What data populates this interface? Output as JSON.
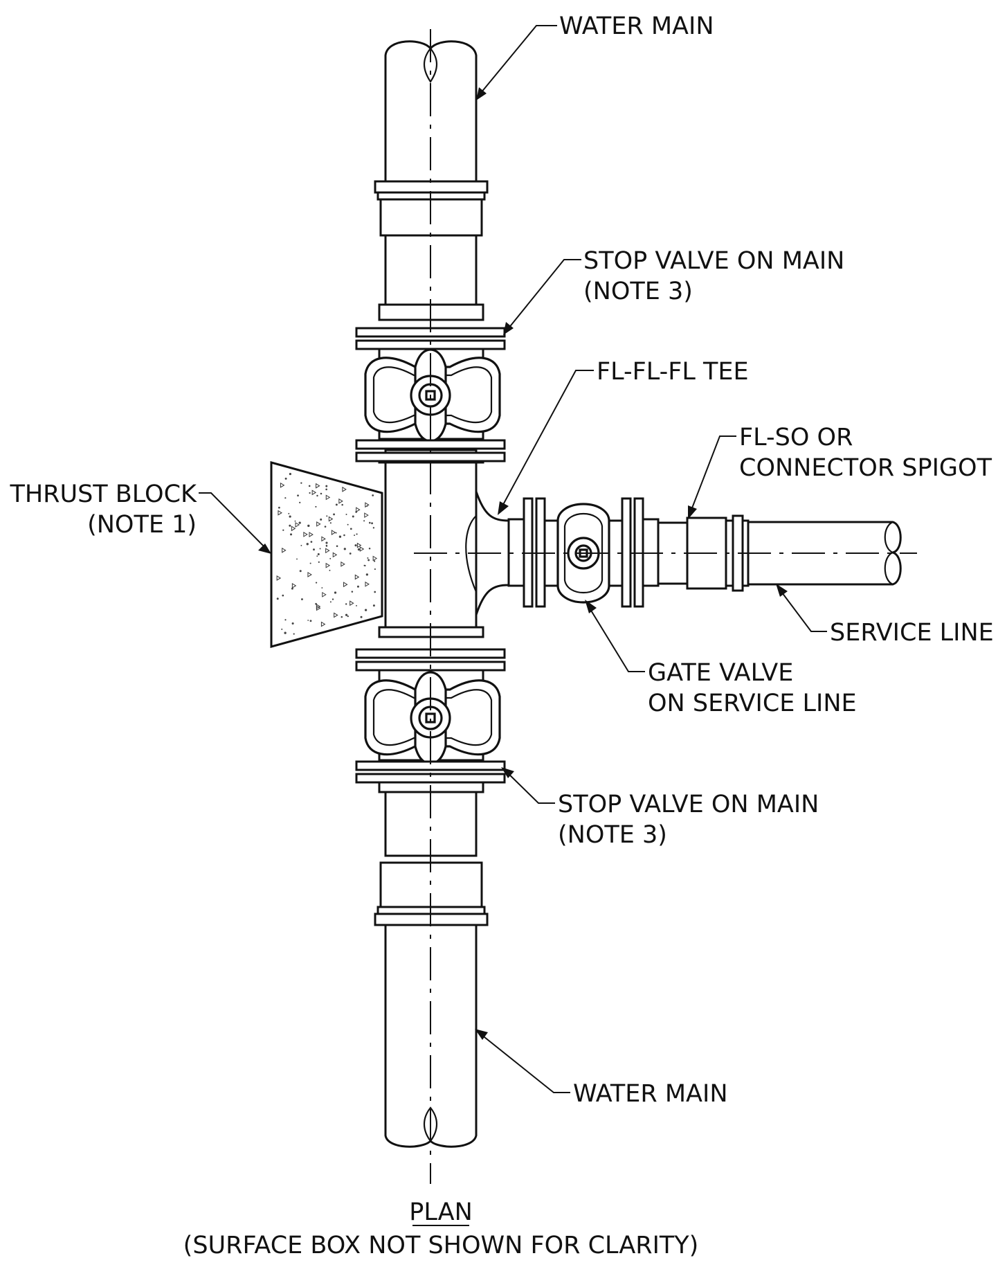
{
  "labels": {
    "water_main_top": "WATER MAIN",
    "stop_valve_top_line1": "STOP VALVE ON MAIN",
    "stop_valve_top_line2": "(NOTE 3)",
    "tee": "FL-FL-FL TEE",
    "flso_line1": "FL-SO OR",
    "flso_line2": "CONNECTOR SPIGOT",
    "thrust_line1": "THRUST BLOCK",
    "thrust_line2": "(NOTE 1)",
    "service_line": "SERVICE LINE",
    "gate_valve_line1": "GATE VALVE",
    "gate_valve_line2": "ON SERVICE LINE",
    "stop_valve_bottom_line1": "STOP VALVE ON MAIN",
    "stop_valve_bottom_line2": "(NOTE 3)",
    "water_main_bottom": "WATER MAIN"
  },
  "title": {
    "main": "PLAN",
    "sub": "(SURFACE BOX NOT SHOWN FOR CLARITY)"
  },
  "colors": {
    "ink": "#111111",
    "paper": "#ffffff"
  }
}
